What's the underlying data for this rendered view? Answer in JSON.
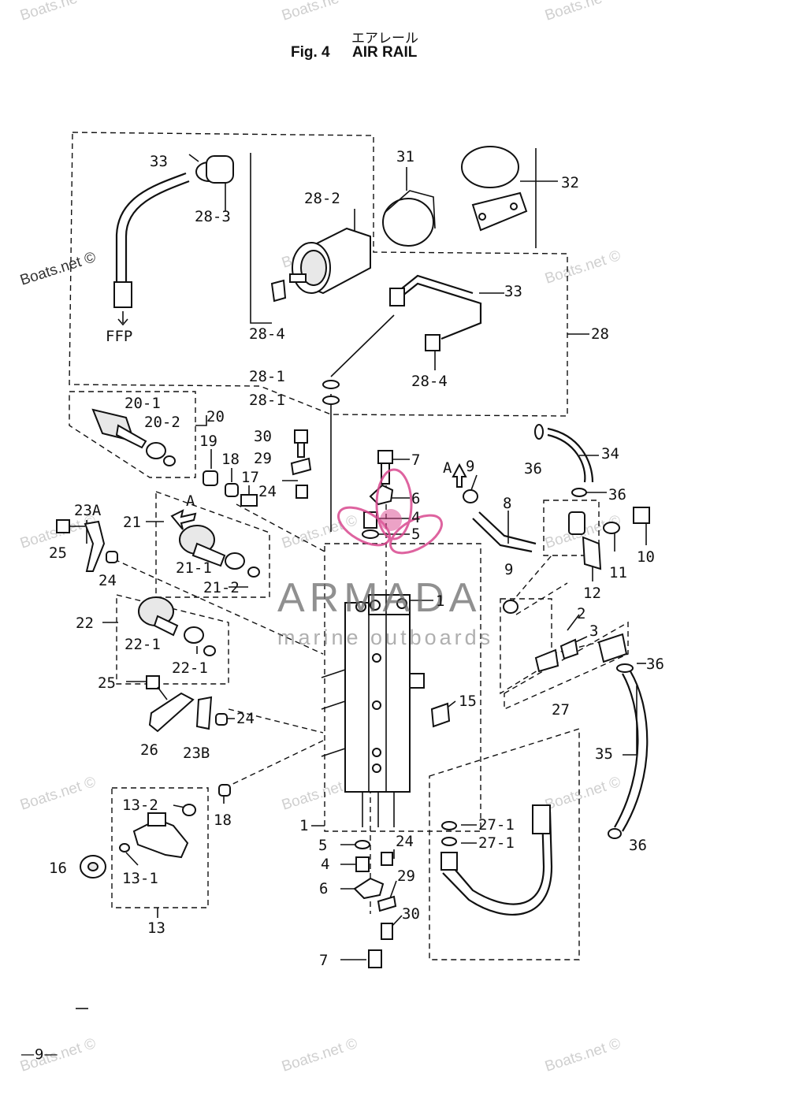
{
  "header": {
    "title_jp": "エアレール",
    "fig_no": "Fig. 4",
    "title_en": "AIR RAIL"
  },
  "page_number": "—9—",
  "watermark_text": "Boats.net ©",
  "watermark_partial": "Boats.ne",
  "logo": {
    "name": "ARMADA",
    "tagline": "marine outboards",
    "accent_color": "#d9488f"
  },
  "arrow_labels": {
    "ffp": "FFP",
    "a1": "A",
    "a2": "A"
  },
  "callouts": [
    {
      "id": "c1",
      "text": "33"
    },
    {
      "id": "c2",
      "text": "28-3"
    },
    {
      "id": "c3",
      "text": "28-2"
    },
    {
      "id": "c4",
      "text": "31"
    },
    {
      "id": "c5",
      "text": "32"
    },
    {
      "id": "c6",
      "text": "33"
    },
    {
      "id": "c7",
      "text": "28"
    },
    {
      "id": "c8",
      "text": "28-4"
    },
    {
      "id": "c9",
      "text": "28-4"
    },
    {
      "id": "c10",
      "text": "28-1"
    },
    {
      "id": "c11",
      "text": "28-1"
    },
    {
      "id": "c12",
      "text": "20-1"
    },
    {
      "id": "c13",
      "text": "20-2"
    },
    {
      "id": "c14",
      "text": "20"
    },
    {
      "id": "c15",
      "text": "19"
    },
    {
      "id": "c16",
      "text": "18"
    },
    {
      "id": "c17",
      "text": "17"
    },
    {
      "id": "c18",
      "text": "30"
    },
    {
      "id": "c19",
      "text": "29"
    },
    {
      "id": "c20",
      "text": "24"
    },
    {
      "id": "c21",
      "text": "7"
    },
    {
      "id": "c22",
      "text": "6"
    },
    {
      "id": "c23",
      "text": "4"
    },
    {
      "id": "c24",
      "text": "5"
    },
    {
      "id": "c25",
      "text": "9"
    },
    {
      "id": "c26",
      "text": "8"
    },
    {
      "id": "c27",
      "text": "36"
    },
    {
      "id": "c28",
      "text": "34"
    },
    {
      "id": "c29",
      "text": "36"
    },
    {
      "id": "c30",
      "text": "10"
    },
    {
      "id": "c31",
      "text": "11"
    },
    {
      "id": "c32",
      "text": "12"
    },
    {
      "id": "c33",
      "text": "9"
    },
    {
      "id": "c34",
      "text": "23A"
    },
    {
      "id": "c35",
      "text": "25"
    },
    {
      "id": "c36",
      "text": "21"
    },
    {
      "id": "c37",
      "text": "21-1"
    },
    {
      "id": "c38",
      "text": "21-2"
    },
    {
      "id": "c39",
      "text": "24"
    },
    {
      "id": "c40",
      "text": "1"
    },
    {
      "id": "c41",
      "text": "2"
    },
    {
      "id": "c42",
      "text": "3"
    },
    {
      "id": "c43",
      "text": "36"
    },
    {
      "id": "c44",
      "text": "22"
    },
    {
      "id": "c45",
      "text": "22-1"
    },
    {
      "id": "c46",
      "text": "22-1"
    },
    {
      "id": "c47",
      "text": "25"
    },
    {
      "id": "c48",
      "text": "15"
    },
    {
      "id": "c49",
      "text": "27"
    },
    {
      "id": "c50",
      "text": "24"
    },
    {
      "id": "c51",
      "text": "26"
    },
    {
      "id": "c52",
      "text": "23B"
    },
    {
      "id": "c53",
      "text": "35"
    },
    {
      "id": "c54",
      "text": "13-2"
    },
    {
      "id": "c55",
      "text": "18"
    },
    {
      "id": "c56",
      "text": "1"
    },
    {
      "id": "c57",
      "text": "27-1"
    },
    {
      "id": "c58",
      "text": "27-1"
    },
    {
      "id": "c59",
      "text": "36"
    },
    {
      "id": "c60",
      "text": "5"
    },
    {
      "id": "c61",
      "text": "24"
    },
    {
      "id": "c62",
      "text": "16"
    },
    {
      "id": "c63",
      "text": "13-1"
    },
    {
      "id": "c64",
      "text": "4"
    },
    {
      "id": "c65",
      "text": "29"
    },
    {
      "id": "c66",
      "text": "6"
    },
    {
      "id": "c67",
      "text": "30"
    },
    {
      "id": "c68",
      "text": "13"
    },
    {
      "id": "c69",
      "text": "7"
    }
  ]
}
